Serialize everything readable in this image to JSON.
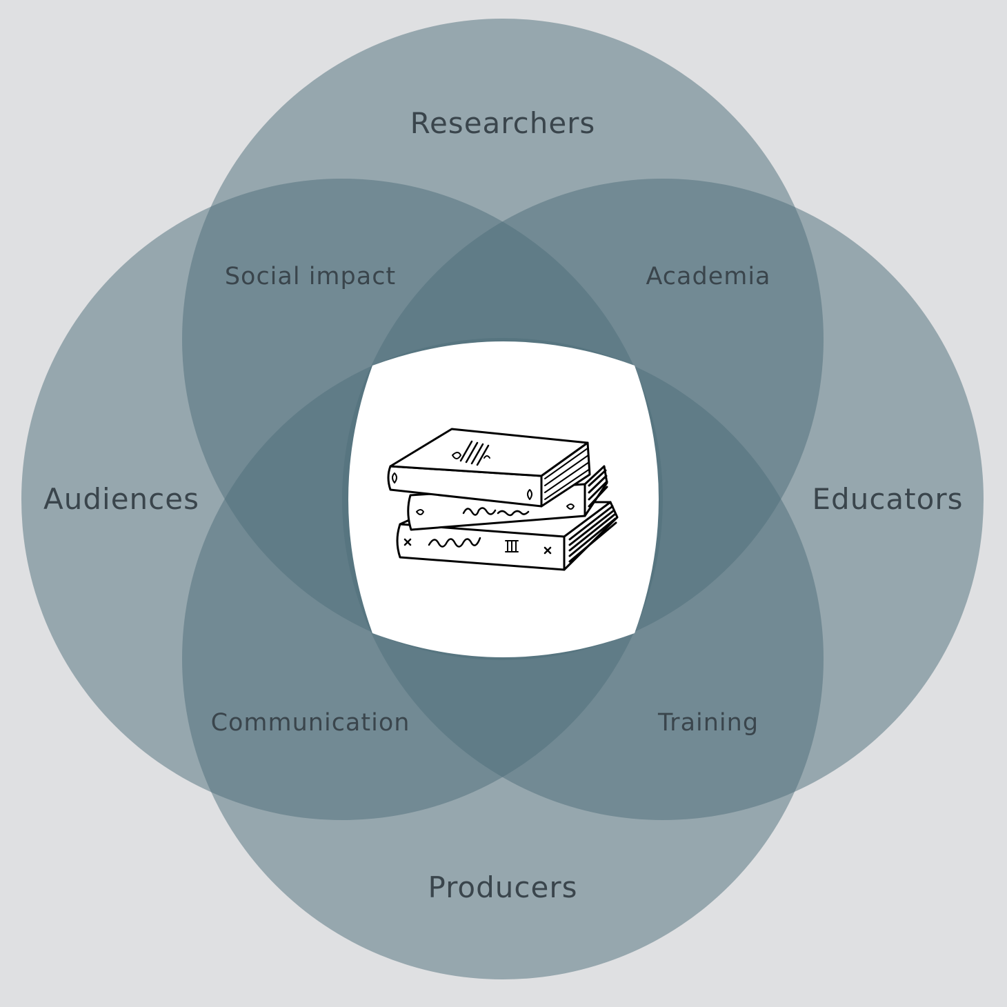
{
  "colors": {
    "background": "#dfe0e2",
    "circle_fill": "#4e6e79",
    "center_fill": "#ffffff",
    "text": "#3a454c"
  },
  "diagram": {
    "sets": {
      "top": "Researchers",
      "left": "Audiences",
      "right": "Educators",
      "bottom": "Producers"
    },
    "overlaps": {
      "top_left": "Social impact",
      "top_right": "Academia",
      "bottom_left": "Communication",
      "bottom_right": "Training"
    },
    "center_icon": "books-stack-icon"
  }
}
